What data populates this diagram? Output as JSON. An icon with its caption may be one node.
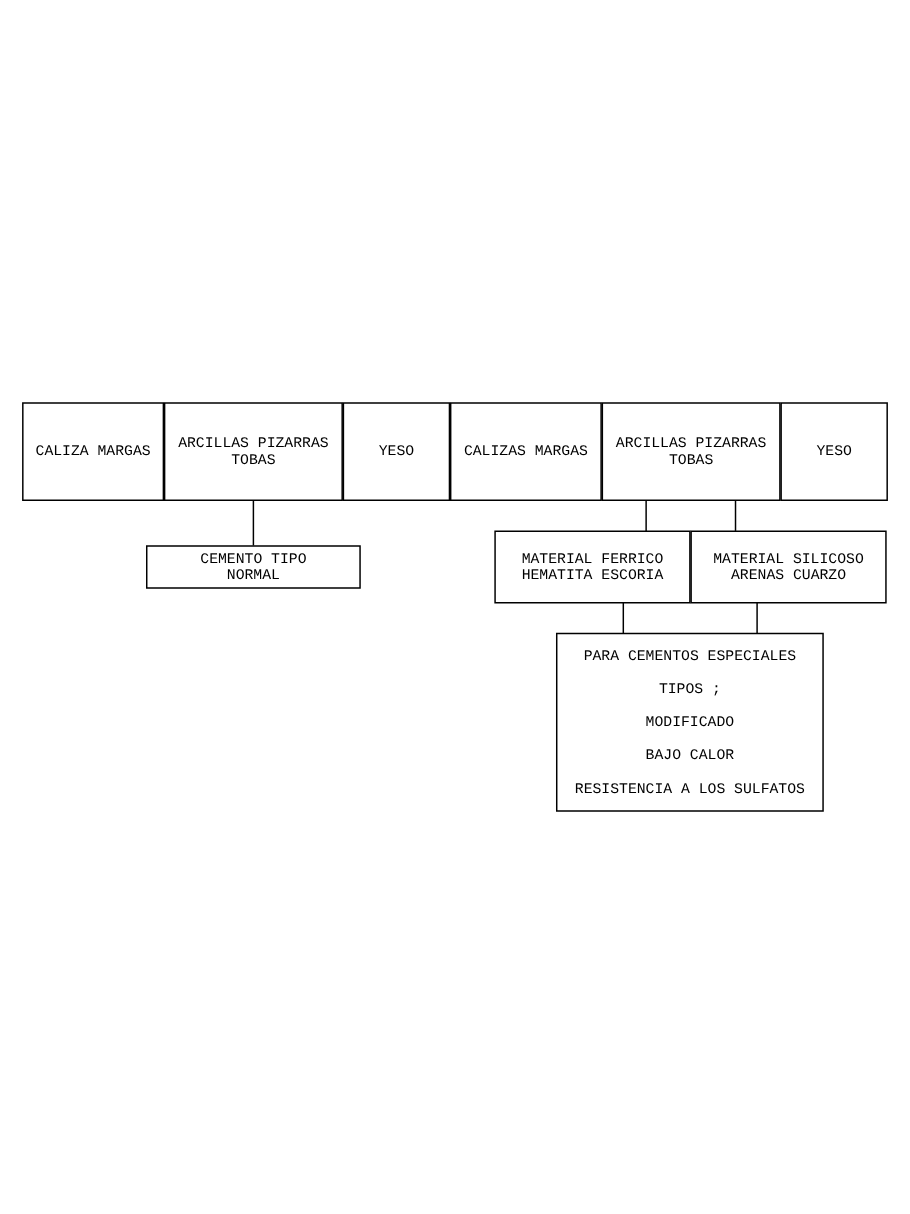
{
  "diagram": {
    "nodes": [
      {
        "text": [
          "CALIZA MARGAS"
        ]
      },
      {
        "text": [
          "ARCILLAS PIZARRAS TOBAS"
        ]
      },
      {
        "text": [
          "YESO"
        ]
      },
      {
        "text": [
          "CEMENTO TIPO NORMAL"
        ]
      },
      {
        "text": [
          "CALIZAS MARGAS"
        ]
      },
      {
        "text": [
          "ARCILLAS PIZARRAS TOBAS"
        ]
      },
      {
        "text": [
          "YESO"
        ]
      },
      {
        "text": [
          "MATERIAL FERRICO HEMATITA ESCORIA"
        ]
      },
      {
        "text": [
          "MATERIAL SILICOSO ARENAS CUARZO"
        ]
      },
      {
        "text": [
          "PARA CEMENTOS ESPECIALES",
          "TIPOS ;",
          "MODIFICADO",
          "BAJO CALOR",
          "RESISTENCIA A LOS SULFATOS"
        ]
      }
    ],
    "edges": [
      {
        "from": 1,
        "to": 3,
        "arrow": "none"
      },
      {
        "from": 5,
        "to": 7,
        "arrow": "none"
      },
      {
        "from": 5,
        "to": 8,
        "arrow": "none"
      },
      {
        "from": 7,
        "to": 9,
        "arrow": "none"
      },
      {
        "from": 8,
        "to": 9,
        "arrow": "none"
      }
    ]
  }
}
